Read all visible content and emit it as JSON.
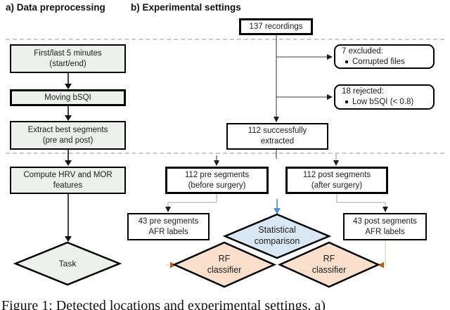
{
  "headers": {
    "a": "a) Data preprocessing",
    "b": "b) Experimental settings"
  },
  "preprocessing": {
    "steps": [
      {
        "line1": "First/last 5 minutes",
        "line2": "(start/end)"
      },
      {
        "line1": "Moving bSQI",
        "line2": ""
      },
      {
        "line1": "Extract best segments",
        "line2": "(pre and post)"
      },
      {
        "line1": "Compute HRV and MOR",
        "line2": "features"
      }
    ],
    "task": {
      "line1": "Task"
    }
  },
  "experiment": {
    "recordings": {
      "line1": "137 recordings"
    },
    "excluded": {
      "title": "7 excluded:",
      "bullet": "Corrupted files"
    },
    "rejected": {
      "title": "18 rejected:",
      "bullet": "Low bSQI (< 0.8)"
    },
    "extracted": {
      "line1": "112 successfully",
      "line2": "extracted"
    },
    "pre_segments": {
      "line1": "112 pre segments",
      "line2": "(before surgery)"
    },
    "post_segments": {
      "line1": "112 post segments",
      "line2": "(after surgery)"
    },
    "pre_labels": {
      "line1": "43 pre segments",
      "line2": "AFR labels"
    },
    "post_labels": {
      "line1": "43 post segments",
      "line2": "AFR labels"
    },
    "statistical": {
      "line1": "Statistical",
      "line2": "comparison"
    },
    "rf_left": {
      "line1": "RF",
      "line2": "classifier"
    },
    "rf_right": {
      "line1": "RF",
      "line2": "classifier"
    }
  },
  "caption": "Figure 1: Detected locations and experimental settings. a)",
  "colors": {
    "box_green": "#ecf1eb",
    "diamond_blue": "#d9e7f4",
    "diamond_peach": "#fadfcc",
    "border_black": "#000000",
    "dashed_gray": "#cbcbcb",
    "connector_gray": "#ababab",
    "arrow_blue": "#4c97d9",
    "arrow_orange": "#c45911",
    "tan_line": "#e7d3be"
  }
}
